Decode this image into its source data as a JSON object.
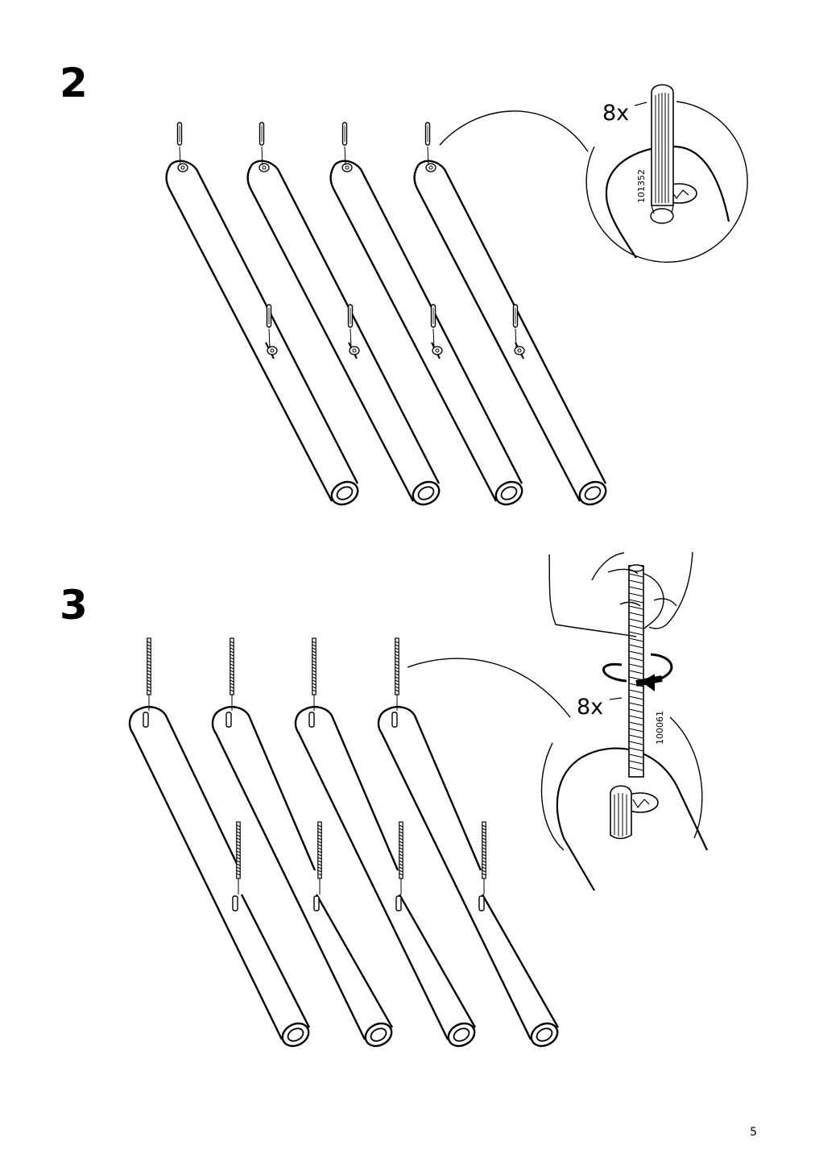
{
  "page": {
    "number": "5"
  },
  "steps": [
    {
      "number": "2",
      "legs": 4,
      "callout": {
        "quantity": "8x",
        "part_number": "101352"
      }
    },
    {
      "number": "3",
      "legs": 4,
      "callout": {
        "quantity": "8x",
        "part_number": "100061"
      }
    }
  ]
}
